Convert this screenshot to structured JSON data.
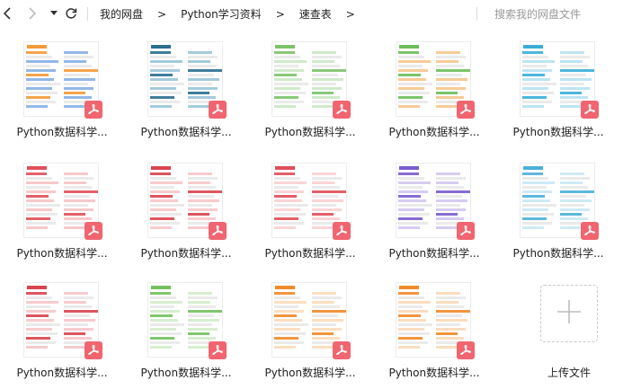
{
  "breadcrumb": {
    "items": [
      "我的网盘",
      "Python学习资料",
      "速查表"
    ],
    "separator": ">"
  },
  "search": {
    "placeholder": "搜索我的网盘文件"
  },
  "files": [
    {
      "name": "Python数据科学...",
      "accent": "#f39a3a",
      "accent2": "#3a7bd5"
    },
    {
      "name": "Python数据科学...",
      "accent": "#2b6f8f",
      "accent2": "#5aa0c0"
    },
    {
      "name": "Python数据科学...",
      "accent": "#7cc36a",
      "accent2": "#a8d89c"
    },
    {
      "name": "Python数据科学...",
      "accent": "#6cbf5a",
      "accent2": "#f0a040"
    },
    {
      "name": "Python数据科学...",
      "accent": "#3aaed8",
      "accent2": "#86cde8"
    },
    {
      "name": "Python数据科学...",
      "accent": "#e0505a",
      "accent2": "#f09aa0"
    },
    {
      "name": "Python数据科学...",
      "accent": "#d8444e",
      "accent2": "#f2a0a5"
    },
    {
      "name": "Python数据科学...",
      "accent": "#e04e58",
      "accent2": "#f5b0b4"
    },
    {
      "name": "Python数据科学...",
      "accent": "#7a5ccc",
      "accent2": "#b4a2e6"
    },
    {
      "name": "Python数据科学...",
      "accent": "#4ab0d8",
      "accent2": "#a6d8ec"
    },
    {
      "name": "Python数据科学...",
      "accent": "#d8444e",
      "accent2": "#f0a0a6"
    },
    {
      "name": "Python数据科学...",
      "accent": "#74c05e",
      "accent2": "#b6e0a8"
    },
    {
      "name": "Python数据科学...",
      "accent": "#f08a2a",
      "accent2": "#f8c48c"
    },
    {
      "name": "Python数据科学...",
      "accent": "#f08a2a",
      "accent2": "#f6c08a"
    }
  ],
  "upload": {
    "label": "上传文件"
  },
  "colors": {
    "pdf_badge": "#f06570"
  }
}
